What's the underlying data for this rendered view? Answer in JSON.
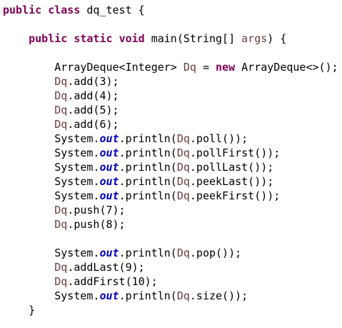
{
  "colors": {
    "keyword": "#7f0055",
    "local_variable": "#6a3e3e",
    "static_field": "#0000c0",
    "text": "#000000",
    "background": "#ffffff"
  },
  "code_lines": [
    [
      {
        "t": "public",
        "k": "kw"
      },
      {
        "t": " ",
        "k": "plain"
      },
      {
        "t": "class",
        "k": "kw"
      },
      {
        "t": " dq_test {",
        "k": "plain"
      }
    ],
    [],
    [
      {
        "t": "    ",
        "k": "plain"
      },
      {
        "t": "public",
        "k": "kw"
      },
      {
        "t": " ",
        "k": "plain"
      },
      {
        "t": "static",
        "k": "kw"
      },
      {
        "t": " ",
        "k": "plain"
      },
      {
        "t": "void",
        "k": "kw"
      },
      {
        "t": " main(String[] ",
        "k": "plain"
      },
      {
        "t": "args",
        "k": "var"
      },
      {
        "t": ") {",
        "k": "plain"
      }
    ],
    [],
    [
      {
        "t": "        ArrayDeque<Integer> ",
        "k": "plain"
      },
      {
        "t": "Dq",
        "k": "var"
      },
      {
        "t": " = ",
        "k": "plain"
      },
      {
        "t": "new",
        "k": "kw"
      },
      {
        "t": " ArrayDeque<>();",
        "k": "plain"
      }
    ],
    [
      {
        "t": "        ",
        "k": "plain"
      },
      {
        "t": "Dq",
        "k": "var"
      },
      {
        "t": ".add(3);",
        "k": "plain"
      }
    ],
    [
      {
        "t": "        ",
        "k": "plain"
      },
      {
        "t": "Dq",
        "k": "var"
      },
      {
        "t": ".add(4);",
        "k": "plain"
      }
    ],
    [
      {
        "t": "        ",
        "k": "plain"
      },
      {
        "t": "Dq",
        "k": "var"
      },
      {
        "t": ".add(5);",
        "k": "plain"
      }
    ],
    [
      {
        "t": "        ",
        "k": "plain"
      },
      {
        "t": "Dq",
        "k": "var"
      },
      {
        "t": ".add(6);",
        "k": "plain"
      }
    ],
    [
      {
        "t": "        System.",
        "k": "plain"
      },
      {
        "t": "out",
        "k": "field"
      },
      {
        "t": ".println(",
        "k": "plain"
      },
      {
        "t": "Dq",
        "k": "var"
      },
      {
        "t": ".poll());",
        "k": "plain"
      }
    ],
    [
      {
        "t": "        System.",
        "k": "plain"
      },
      {
        "t": "out",
        "k": "field"
      },
      {
        "t": ".println(",
        "k": "plain"
      },
      {
        "t": "Dq",
        "k": "var"
      },
      {
        "t": ".pollFirst());",
        "k": "plain"
      }
    ],
    [
      {
        "t": "        System.",
        "k": "plain"
      },
      {
        "t": "out",
        "k": "field"
      },
      {
        "t": ".println(",
        "k": "plain"
      },
      {
        "t": "Dq",
        "k": "var"
      },
      {
        "t": ".pollLast());",
        "k": "plain"
      }
    ],
    [
      {
        "t": "        System.",
        "k": "plain"
      },
      {
        "t": "out",
        "k": "field"
      },
      {
        "t": ".println(",
        "k": "plain"
      },
      {
        "t": "Dq",
        "k": "var"
      },
      {
        "t": ".peekLast());",
        "k": "plain"
      }
    ],
    [
      {
        "t": "        System.",
        "k": "plain"
      },
      {
        "t": "out",
        "k": "field"
      },
      {
        "t": ".println(",
        "k": "plain"
      },
      {
        "t": "Dq",
        "k": "var"
      },
      {
        "t": ".peekFirst());",
        "k": "plain"
      }
    ],
    [
      {
        "t": "        ",
        "k": "plain"
      },
      {
        "t": "Dq",
        "k": "var"
      },
      {
        "t": ".push(7);",
        "k": "plain"
      }
    ],
    [
      {
        "t": "        ",
        "k": "plain"
      },
      {
        "t": "Dq",
        "k": "var"
      },
      {
        "t": ".push(8);",
        "k": "plain"
      }
    ],
    [],
    [
      {
        "t": "        System.",
        "k": "plain"
      },
      {
        "t": "out",
        "k": "field"
      },
      {
        "t": ".println(",
        "k": "plain"
      },
      {
        "t": "Dq",
        "k": "var"
      },
      {
        "t": ".pop());",
        "k": "plain"
      }
    ],
    [
      {
        "t": "        ",
        "k": "plain"
      },
      {
        "t": "Dq",
        "k": "var"
      },
      {
        "t": ".addLast(9);",
        "k": "plain"
      }
    ],
    [
      {
        "t": "        ",
        "k": "plain"
      },
      {
        "t": "Dq",
        "k": "var"
      },
      {
        "t": ".addFirst(10);",
        "k": "plain"
      }
    ],
    [
      {
        "t": "        System.",
        "k": "plain"
      },
      {
        "t": "out",
        "k": "field"
      },
      {
        "t": ".println(",
        "k": "plain"
      },
      {
        "t": "Dq",
        "k": "var"
      },
      {
        "t": ".size());",
        "k": "plain"
      }
    ],
    [
      {
        "t": "    }",
        "k": "plain"
      }
    ]
  ]
}
